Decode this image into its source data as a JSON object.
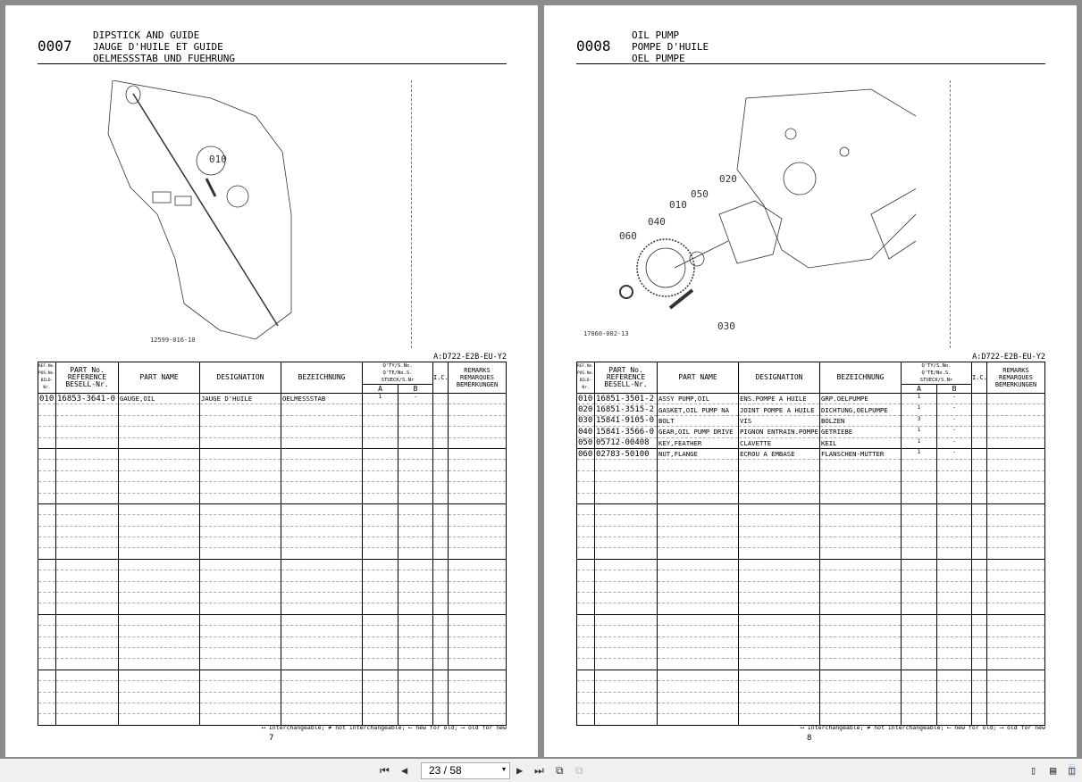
{
  "pages": [
    {
      "code": "0007",
      "titles": [
        "DIPSTICK AND GUIDE",
        "JAUGE D'HUILE ET GUIDE",
        "OELMESSSTAB UND FUEHRUNG"
      ],
      "image_code": "12599-016-10",
      "callouts": [
        "010"
      ],
      "model": "A:D722-E2B-EU-Y2",
      "page_number": "7",
      "rows": [
        [
          "010",
          "16853-3641-0",
          "GAUGE,OIL",
          "JAUGE D'HUILE",
          "OELMESSSTAB",
          "1",
          "-"
        ]
      ]
    },
    {
      "code": "0008",
      "titles": [
        "OIL PUMP",
        "POMPE D'HUILE",
        "OEL PUMPE"
      ],
      "image_code": "17060-002-13",
      "callouts": [
        "020",
        "050",
        "010",
        "040",
        "060",
        "030"
      ],
      "model": "A:D722-E2B-EU-Y2",
      "page_number": "8",
      "rows": [
        [
          "010",
          "16851-3501-2",
          "ASSY PUMP,OIL",
          "ENS.POMPE A HUILE",
          "GRP.OELPUMPE",
          "1",
          "-"
        ],
        [
          "020",
          "16851-3515-2",
          "GASKET,OIL PUMP NA",
          "JOINT POMPE A HUILE",
          "DICHTUNG,OELPUMPE",
          "1",
          "-"
        ],
        [
          "030",
          "15841-9105-0",
          "BOLT",
          "VIS",
          "BOLZEN",
          "3",
          "-"
        ],
        [
          "040",
          "15841-3566-0",
          "GEAR,OIL PUMP DRIVE",
          "PIGNON ENTRAIN.POMPE",
          "GETRIEBE",
          "1",
          "-"
        ],
        [
          "050",
          "05712-00408",
          "KEY,FEATHER",
          "CLAVETTE",
          "KEIL",
          "1",
          "-"
        ],
        [
          "060",
          "02783-50100",
          "NUT,FLANGE",
          "ECROU A EMBASE",
          "FLANSCHEN-MUTTER",
          "1",
          "-"
        ]
      ]
    }
  ],
  "headers": {
    "ref": [
      "REF.No.",
      "POS.No.",
      "BILD-Nr."
    ],
    "partno": [
      "PART No.",
      "REFERENCE",
      "BESELL-Nr."
    ],
    "partname": "PART NAME",
    "designation": "DESIGNATION",
    "bezeichnung": "BEZEICHNUNG",
    "qty": [
      "Q'TY/S.No.",
      "Q'TE/No.S.",
      "STUECK/S.Nr"
    ],
    "a": "A",
    "b": "B",
    "ic": "I.C.",
    "remarks": [
      "REMARKS",
      "REMARQUES",
      "BEMERKUNGEN"
    ]
  },
  "legend": "⟷ Interchangeable; ≠ not interchangeable; ⟵ new for old; ⟶ old for new",
  "toolbar": {
    "page_display": "23 / 58",
    "current_page": 23,
    "total_pages": 58
  }
}
